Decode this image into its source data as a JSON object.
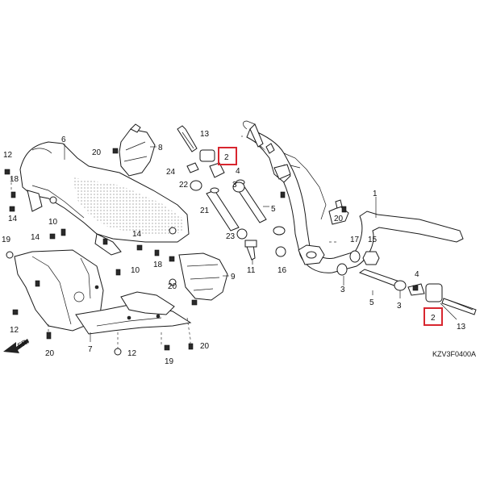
{
  "diagram": {
    "code": "KZV3F0400A",
    "front_label": "FR.",
    "callouts": [
      {
        "id": "c1",
        "text": "1"
      },
      {
        "id": "c2a",
        "text": "2"
      },
      {
        "id": "c2b",
        "text": "2"
      },
      {
        "id": "c3a",
        "text": "3"
      },
      {
        "id": "c3b",
        "text": "3"
      },
      {
        "id": "c3c",
        "text": "3"
      },
      {
        "id": "c4a",
        "text": "4"
      },
      {
        "id": "c4b",
        "text": "4"
      },
      {
        "id": "c5a",
        "text": "5"
      },
      {
        "id": "c5b",
        "text": "5"
      },
      {
        "id": "c6",
        "text": "6"
      },
      {
        "id": "c7",
        "text": "7"
      },
      {
        "id": "c8",
        "text": "8"
      },
      {
        "id": "c9",
        "text": "9"
      },
      {
        "id": "c10a",
        "text": "10"
      },
      {
        "id": "c10b",
        "text": "10"
      },
      {
        "id": "c11",
        "text": "11"
      },
      {
        "id": "c12a",
        "text": "12"
      },
      {
        "id": "c12b",
        "text": "12"
      },
      {
        "id": "c12c",
        "text": "12"
      },
      {
        "id": "c13a",
        "text": "13"
      },
      {
        "id": "c13b",
        "text": "13"
      },
      {
        "id": "c14a",
        "text": "14"
      },
      {
        "id": "c14b",
        "text": "14"
      },
      {
        "id": "c14c",
        "text": "14"
      },
      {
        "id": "c15",
        "text": "15"
      },
      {
        "id": "c16",
        "text": "16"
      },
      {
        "id": "c17",
        "text": "17"
      },
      {
        "id": "c18a",
        "text": "18"
      },
      {
        "id": "c18b",
        "text": "18"
      },
      {
        "id": "c19a",
        "text": "19"
      },
      {
        "id": "c19b",
        "text": "19"
      },
      {
        "id": "c20a",
        "text": "20"
      },
      {
        "id": "c20b",
        "text": "20"
      },
      {
        "id": "c20c",
        "text": "20"
      },
      {
        "id": "c20d",
        "text": "20"
      },
      {
        "id": "c20e",
        "text": "20"
      },
      {
        "id": "c21",
        "text": "21"
      },
      {
        "id": "c22",
        "text": "22"
      },
      {
        "id": "c23",
        "text": "23"
      },
      {
        "id": "c24",
        "text": "24"
      }
    ],
    "highlight_color": "#d8262f"
  }
}
